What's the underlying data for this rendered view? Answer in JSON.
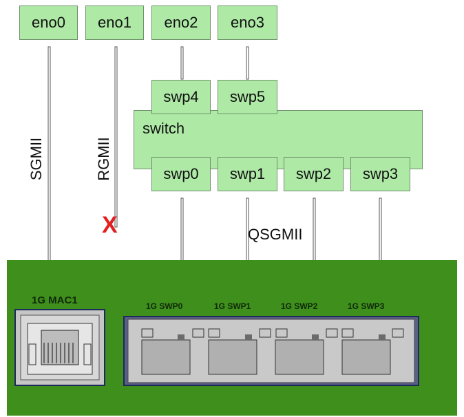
{
  "top_ports": [
    "eno0",
    "eno1",
    "eno2",
    "eno3"
  ],
  "upper_switch_ports": [
    "swp4",
    "swp5"
  ],
  "switch_label": "switch",
  "lower_switch_ports": [
    "swp0",
    "swp1",
    "swp2",
    "swp3"
  ],
  "link_labels": {
    "sgmii": "SGMII",
    "rgmii": "RGMII",
    "qsgmii": "QSGMII"
  },
  "disconnected_mark": "X",
  "board": {
    "mac_label": "1G MAC1",
    "port_labels": [
      "1G SWP0",
      "1G SWP1",
      "1G SWP2",
      "1G SWP3"
    ]
  },
  "colors": {
    "box_fill": "#aeeaa6",
    "board_green": "#3f8f1c",
    "x_red": "#e32020"
  }
}
